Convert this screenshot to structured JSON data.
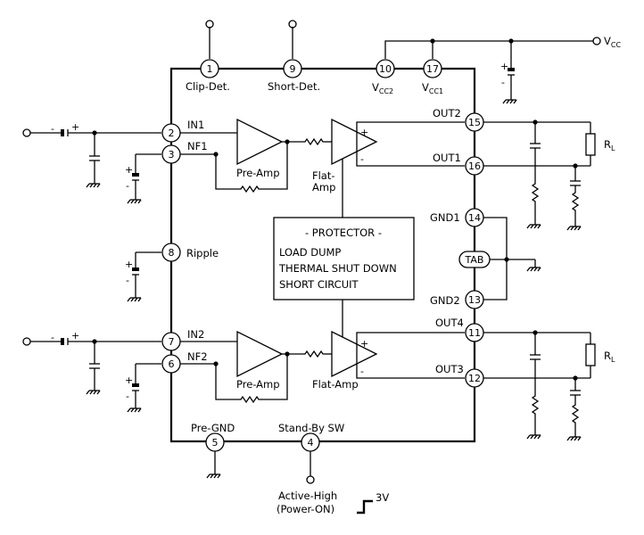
{
  "pins": {
    "p1": "1",
    "p9": "9",
    "p10": "10",
    "p17": "17",
    "p2": "2",
    "p3": "3",
    "p15": "15",
    "p16": "16",
    "p14": "14",
    "p13": "13",
    "p8": "8",
    "p7": "7",
    "p6": "6",
    "p11": "11",
    "p12": "12",
    "p5": "5",
    "p4": "4"
  },
  "labels": {
    "clip_det": "Clip-Det.",
    "short_det": "Short-Det.",
    "vcc2_base": "V",
    "vcc2_sub": "CC2",
    "vcc1_base": "V",
    "vcc1_sub": "CC1",
    "vcc_base": "V",
    "vcc_sub": "CC",
    "in1": "IN1",
    "nf1": "NF1",
    "pre_amp_1": "Pre-Amp",
    "flat_amp_1_line1": "Flat-",
    "flat_amp_1_line2": "Amp",
    "out2": "OUT2",
    "out1": "OUT1",
    "rl_top_base": "R",
    "rl_top_sub": "L",
    "gnd1": "GND1",
    "gnd2": "GND2",
    "tab": "TAB",
    "ripple": "Ripple",
    "in2": "IN2",
    "nf2": "NF2",
    "pre_amp_2": "Pre-Amp",
    "flat_amp_2": "Flat-Amp",
    "out4": "OUT4",
    "out3": "OUT3",
    "rl_bot_base": "R",
    "rl_bot_sub": "L",
    "pre_gnd": "Pre-GND",
    "standby_sw": "Stand-By SW",
    "active_high": "Active-High",
    "power_on": "(Power-ON)",
    "threshold_3v": "3V",
    "plus": "+",
    "minus": "-"
  },
  "protector": {
    "title": "- PROTECTOR -",
    "line1": "LOAD DUMP",
    "line2": "THERMAL SHUT DOWN",
    "line3": "SHORT CIRCUIT"
  }
}
